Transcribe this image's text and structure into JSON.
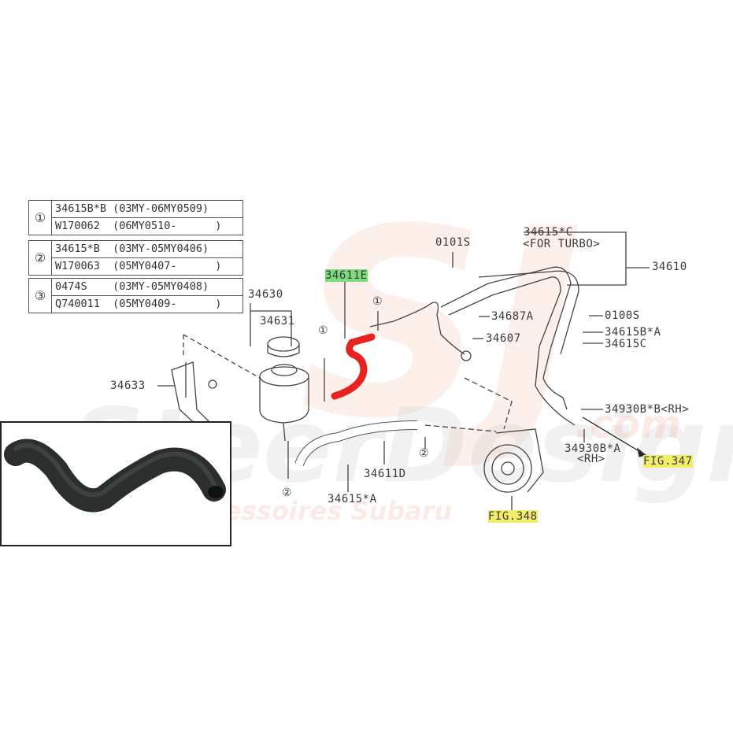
{
  "watermark": {
    "logo": "SJ",
    "brand": "SteerDesign",
    "domain": ".com",
    "tagline": "pièces & accessoires Subaru"
  },
  "legend_table": [
    {
      "marker": "①",
      "rows": [
        [
          "34615B*B",
          "(03MY-06MY0509)"
        ],
        [
          "W170062",
          "(06MY0510-      )"
        ]
      ]
    },
    {
      "marker": "②",
      "rows": [
        [
          "34615*B",
          "(03MY-05MY0406)"
        ],
        [
          "W170063",
          "(05MY0407-      )"
        ]
      ]
    },
    {
      "marker": "③",
      "rows": [
        [
          "0474S",
          "(03MY-05MY0408)"
        ],
        [
          "Q740011",
          "(05MY0409-      )"
        ]
      ]
    }
  ],
  "parts": {
    "p34630": "34630",
    "p34631": "34631",
    "p34633": "34633",
    "p34611E": "34611E",
    "p34611D": "34611D",
    "p34615A": "34615*A",
    "p0101S": "0101S",
    "p34615C_turbo": "34615*C",
    "for_turbo": "<FOR TURBO>",
    "p34610": "34610",
    "p34687A": "34687A",
    "p34607": "34607",
    "p0100S": "0100S",
    "p34615BA": "34615B*A",
    "p34615C": "34615C",
    "p34930BB": "34930B*B<RH>",
    "p34930BA": "34930B*A",
    "rh": "<RH>",
    "fig347": "FIG.347",
    "fig348": "FIG.348"
  },
  "callouts": {
    "c1": "①",
    "c2": "②"
  },
  "colors": {
    "highlight_part": "#e8231f",
    "green_highlight": "#7ddc7d",
    "yellow_highlight": "#f3ee6a"
  }
}
